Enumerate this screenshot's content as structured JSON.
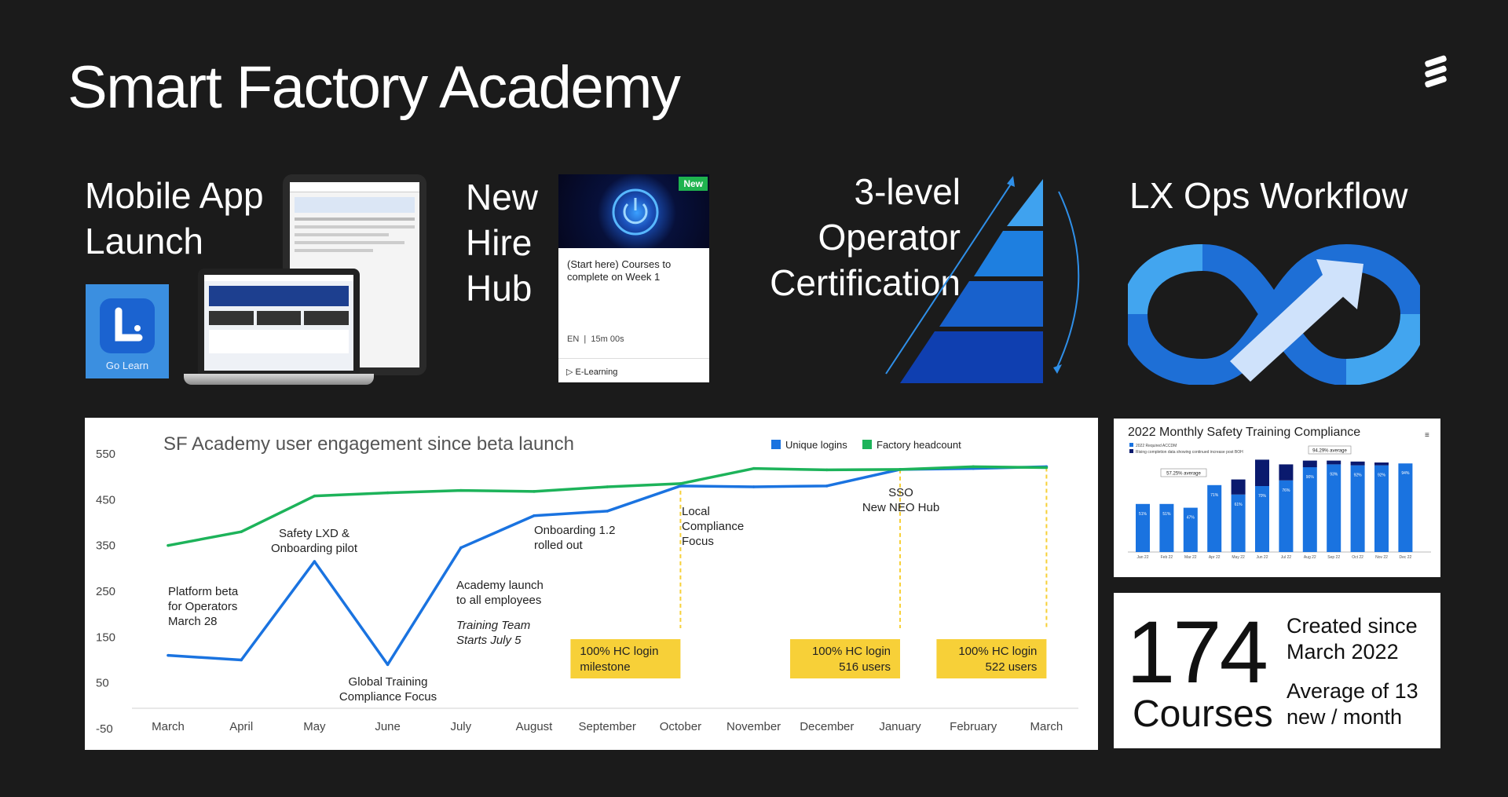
{
  "page": {
    "title": "Smart Factory Academy"
  },
  "sections": {
    "mobile_app": {
      "line1": "Mobile App",
      "line2": "Launch",
      "app_label": "Go Learn"
    },
    "new_hire": {
      "line1": "New",
      "line2": "Hire",
      "line3": "Hub"
    },
    "certification": {
      "line1": "3-level",
      "line2": "Operator",
      "line3": "Certification"
    },
    "lx_ops": {
      "title": "LX Ops Workflow"
    }
  },
  "course_card": {
    "badge": "New",
    "title": "(Start here) Courses to complete on Week 1",
    "lang": "EN",
    "duration": "15m 00s",
    "type": "E-Learning"
  },
  "colors": {
    "background": "#1b1b1b",
    "logins": "#1a73e0",
    "headcount": "#1db35a",
    "milestone": "#f7d038",
    "brand_blue": "#1a73e8"
  },
  "chart_data": [
    {
      "type": "line",
      "title": "SF Academy user engagement since beta launch",
      "categories": [
        "March",
        "April",
        "May",
        "June",
        "July",
        "August",
        "September",
        "October",
        "November",
        "December",
        "January",
        "February",
        "March"
      ],
      "ylim": [
        -50,
        550
      ],
      "yticks": [
        550,
        450,
        350,
        250,
        150,
        50,
        -50
      ],
      "grid": false,
      "legend": "top-right",
      "series": [
        {
          "name": "Unique logins",
          "color": "#1a73e0",
          "values": [
            110,
            100,
            315,
            90,
            345,
            415,
            425,
            480,
            478,
            480,
            516,
            518,
            522
          ]
        },
        {
          "name": "Factory headcount",
          "color": "#1db35a",
          "values": [
            350,
            380,
            458,
            465,
            470,
            468,
            478,
            485,
            518,
            515,
            516,
            522,
            520
          ]
        }
      ],
      "annotations": [
        {
          "lines": [
            "Platform beta",
            "for Operators",
            "March 28"
          ]
        },
        {
          "lines": [
            "Safety LXD &",
            "Onboarding pilot"
          ]
        },
        {
          "lines": [
            "Global Training",
            "Compliance Focus"
          ]
        },
        {
          "lines": [
            "Academy launch",
            "to all employees"
          ]
        },
        {
          "lines": [
            "Training Team",
            "Starts July 5"
          ]
        },
        {
          "lines": [
            "Onboarding 1.2",
            "rolled out"
          ]
        },
        {
          "lines": [
            "Local",
            "Compliance",
            "Focus"
          ]
        },
        {
          "lines": [
            "SSO",
            "New NEO Hub"
          ]
        }
      ],
      "milestones": [
        {
          "lines": [
            "100% HC login",
            "milestone"
          ]
        },
        {
          "lines": [
            "100% HC login",
            "516 users"
          ]
        },
        {
          "lines": [
            "100% HC login",
            "522 users"
          ]
        }
      ]
    },
    {
      "type": "bar",
      "title": "2022 Monthly Safety Training Compliance",
      "categories": [
        "Jan 22",
        "Feb 22",
        "Mar 22",
        "Apr 22",
        "May 22",
        "Jun 22",
        "Jul 22",
        "Aug 22",
        "Sep 22",
        "Oct 22",
        "Nov 22",
        "Dec 22"
      ],
      "series": [
        {
          "name": "2022 Required ACCDM",
          "values": [
            51,
            51,
            47,
            71,
            61,
            70,
            76,
            90,
            93,
            92,
            92,
            94
          ]
        },
        {
          "name": "Rising completion data showing continued increase post BOH",
          "values": [
            0,
            0,
            0,
            0,
            16,
            28,
            17,
            7,
            4,
            4,
            3,
            0
          ]
        }
      ],
      "callouts": [
        "57.25% average",
        "94.29% average"
      ],
      "ylim": [
        0,
        100
      ]
    }
  ],
  "courses": {
    "count": "174",
    "label": "Courses",
    "created_line1": "Created since",
    "created_line2": "March 2022",
    "avg_line1": "Average of 13",
    "avg_line2": "new / month"
  }
}
